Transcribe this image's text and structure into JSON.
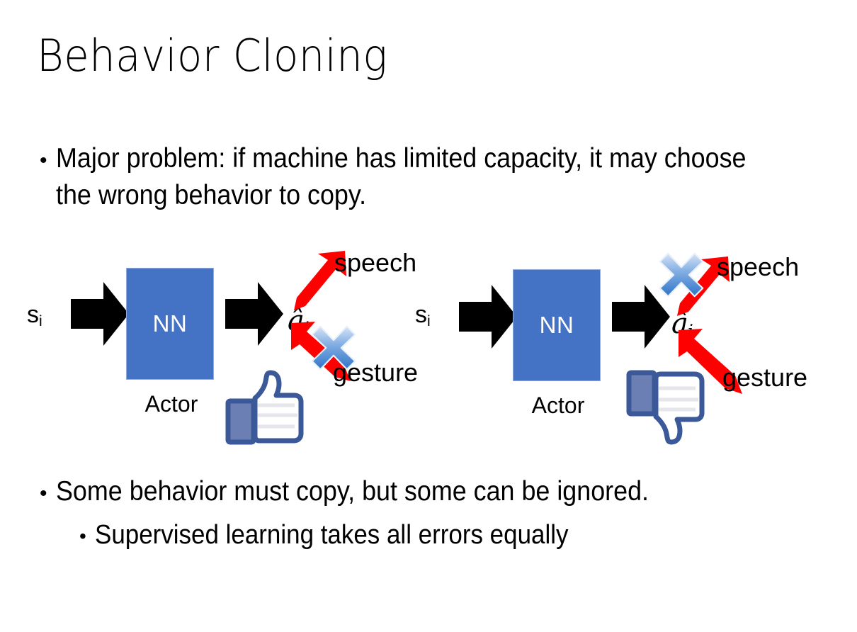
{
  "slide": {
    "title": "Behavior Cloning",
    "background_color": "#FFFFFF"
  },
  "bullets": {
    "top": {
      "marker": "•",
      "text": "Major problem: if machine has limited capacity, it may choose the wrong behavior to copy."
    },
    "bottom_level1": {
      "marker": "•",
      "text": "Some behavior must copy, but some can be ignored."
    },
    "bottom_level2": {
      "marker": "•",
      "text": "Supervised learning takes all errors equally"
    }
  },
  "colors": {
    "nn_box_fill": "#4473C5",
    "nn_box_border": "#8FAADC",
    "arrow_black": "#000000",
    "arrow_red": "#FF0000",
    "cross_blue_light": "#BBD3F0",
    "cross_blue_dark": "#2E74C8",
    "thumb_navy": "#3B5998",
    "text_black": "#000000",
    "nn_label_white": "#FFFFFF"
  },
  "diagrams": [
    {
      "id": "left",
      "state_label": "s",
      "state_subscript": "i",
      "nn_label": "NN",
      "actor_label": "Actor",
      "action_label": "â",
      "action_subscript": "i",
      "outputs": [
        {
          "label": "speech",
          "direction": "up-right",
          "crossed": false
        },
        {
          "label": "gesture",
          "direction": "down-right",
          "crossed": true
        }
      ],
      "feedback_icon": "thumbs-up",
      "feedback_meaning": "good"
    },
    {
      "id": "right",
      "state_label": "s",
      "state_subscript": "i",
      "nn_label": "NN",
      "actor_label": "Actor",
      "action_label": "â",
      "action_subscript": "i",
      "outputs": [
        {
          "label": "speech",
          "direction": "up-right",
          "crossed": true
        },
        {
          "label": "gesture",
          "direction": "down-right",
          "crossed": false
        }
      ],
      "feedback_icon": "thumbs-down",
      "feedback_meaning": "bad"
    }
  ]
}
